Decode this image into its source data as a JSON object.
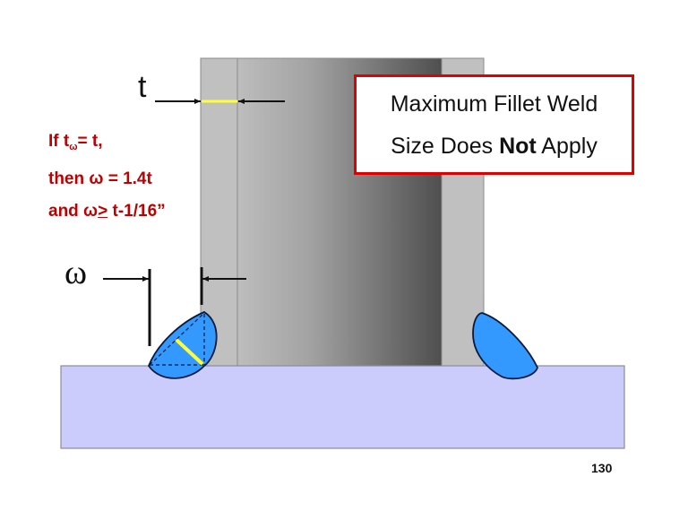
{
  "slide": {
    "page_number": "130",
    "callout": {
      "line1": "Maximum Fillet Weld",
      "line2_pre": "Size Does ",
      "line2_bold": "Not",
      "line2_post": " Apply",
      "border_color": "#e00000"
    },
    "note": {
      "line1_pre": "If t",
      "line1_sub": "ω",
      "line1_post": "= t,",
      "line2": "then ω = 1.4t",
      "line3_pre": "and ω",
      "line3_underlined": ">",
      "line3_post": " t-1/16”",
      "color": "#c00000"
    },
    "dimension_labels": {
      "thickness": "t",
      "weld_size": "ω"
    },
    "colors": {
      "weld_fill": "#3399ff",
      "base_plate_fill": "#ccccfc",
      "column_light": "#c0c0c0",
      "gradient_start": "#bdbdbd",
      "gradient_end": "#4f4f4f",
      "throat_line": "#ffff33"
    }
  }
}
